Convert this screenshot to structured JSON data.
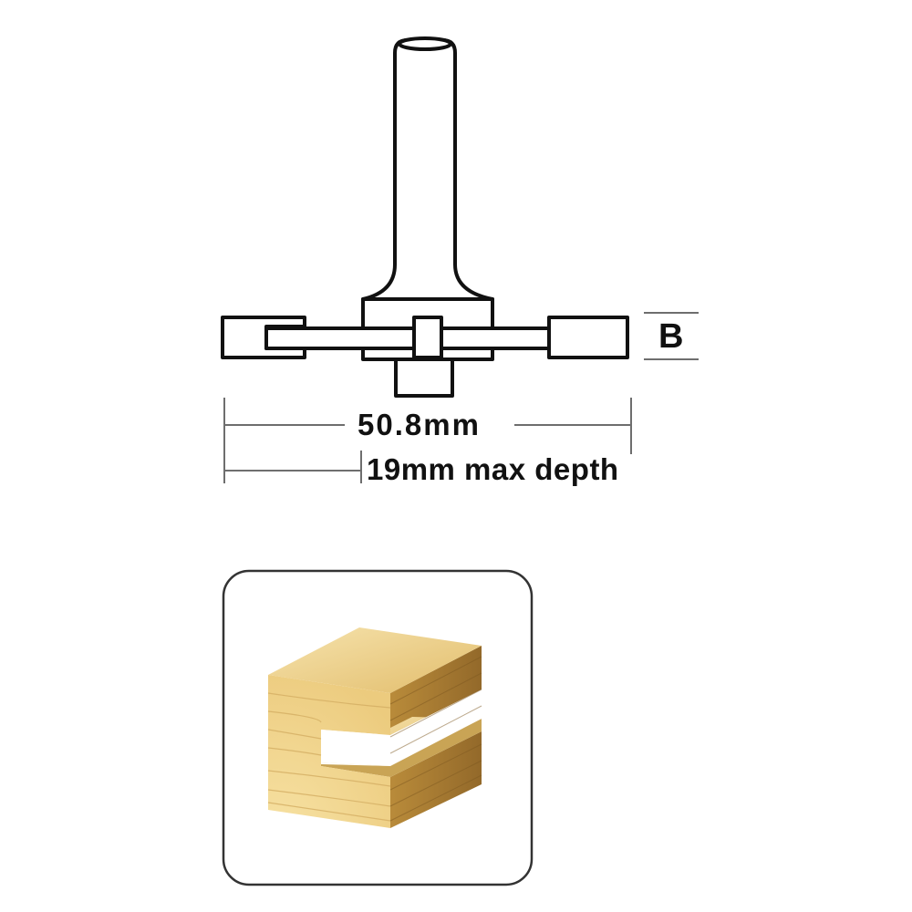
{
  "labels": {
    "cut_height": "B",
    "diameter": "50.8mm",
    "max_depth": "19mm max depth"
  },
  "icons": {
    "router_bit": "slot-cutter-router-bit-icon",
    "workpiece": "slotted-wood-block-icon"
  },
  "colors": {
    "line": "#111111",
    "wood_light": "#f2d99a",
    "wood_mid": "#d9b15c",
    "wood_dark": "#a67b2c",
    "panel_border": "#333333"
  }
}
